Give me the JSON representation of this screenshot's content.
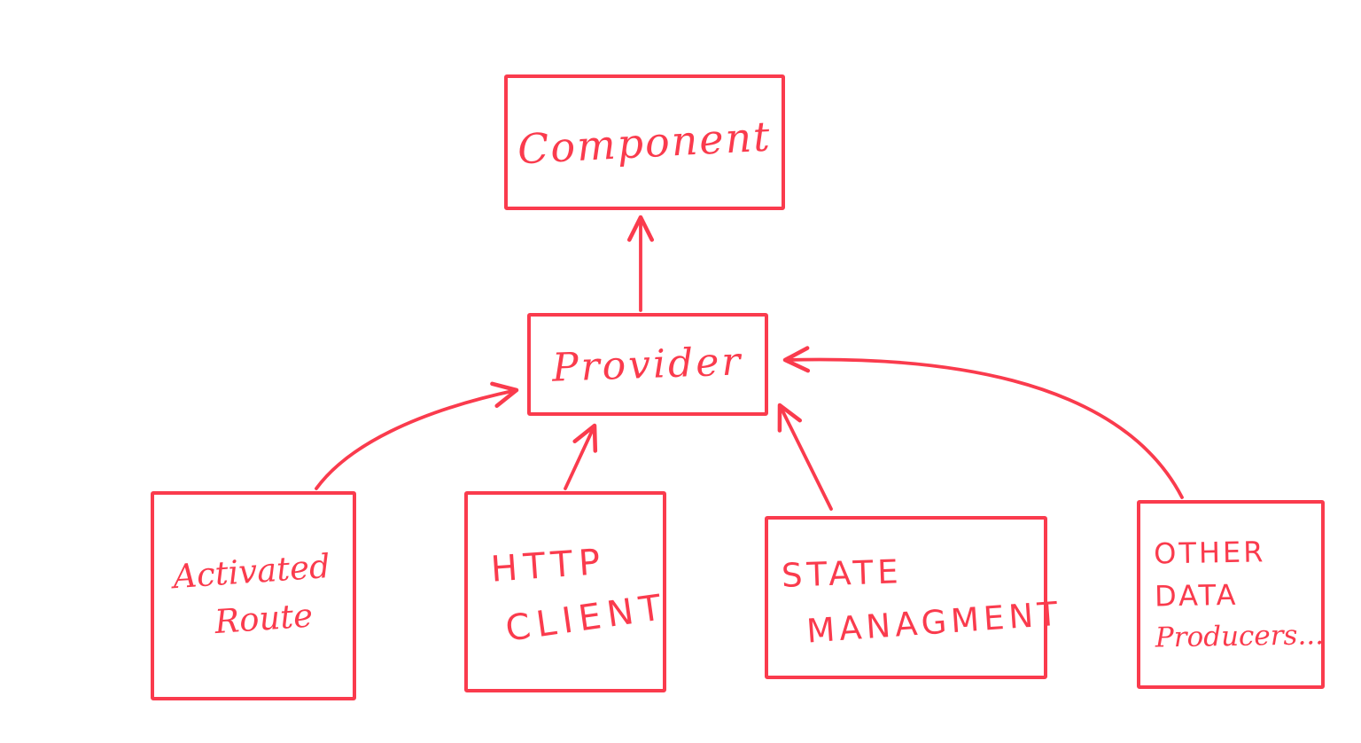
{
  "canvas": {
    "background": "#ffffff",
    "ink_color": "#fa3b4d",
    "style": "hand-drawn-red-ink"
  },
  "diagram": {
    "nodes": {
      "component": {
        "lines": [
          "Component"
        ]
      },
      "provider": {
        "lines": [
          "Provider"
        ]
      },
      "activated_route": {
        "lines": [
          "Activated",
          "Route"
        ]
      },
      "http_client": {
        "lines": [
          "HTTP",
          "CLIENT"
        ]
      },
      "state_managment": {
        "lines": [
          "STATE",
          "MANAGMENT"
        ]
      },
      "other_data": {
        "lines": [
          "OTHER",
          "DATA",
          "Producers..."
        ]
      }
    },
    "edges": [
      {
        "from": "Provider",
        "to": "Component"
      },
      {
        "from": "Activated Route",
        "to": "Provider"
      },
      {
        "from": "HTTP CLIENT",
        "to": "Provider"
      },
      {
        "from": "STATE MANAGMENT",
        "to": "Provider"
      },
      {
        "from": "OTHER DATA Producers...",
        "to": "Provider"
      }
    ]
  }
}
